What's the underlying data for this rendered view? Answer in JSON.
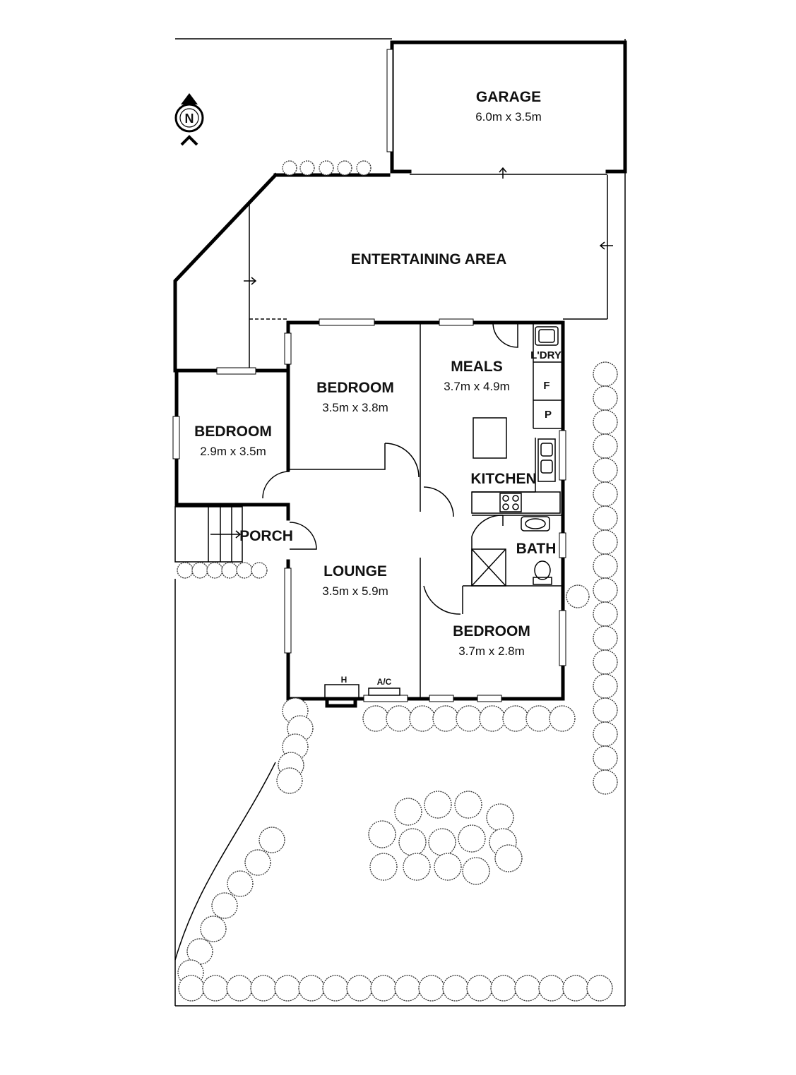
{
  "compass": {
    "letter": "N",
    "icon": "north-arrow-icon"
  },
  "rooms": {
    "garage": {
      "name": "GARAGE",
      "size": "6.0m x 3.5m"
    },
    "entertaining": {
      "name": "ENTERTAINING AREA"
    },
    "bedroom_center": {
      "name": "BEDROOM",
      "size": "3.5m x 3.8m"
    },
    "meals": {
      "name": "MEALS",
      "size": "3.7m x 4.9m"
    },
    "laundry": {
      "name": "L'DRY"
    },
    "fridge": {
      "name": "F"
    },
    "pantry": {
      "name": "P"
    },
    "bedroom_west": {
      "name": "BEDROOM",
      "size": "2.9m x 3.5m"
    },
    "kitchen": {
      "name": "KITCHEN"
    },
    "porch": {
      "name": "PORCH"
    },
    "bath": {
      "name": "BATH"
    },
    "lounge": {
      "name": "LOUNGE",
      "size": "3.5m x 5.9m"
    },
    "bedroom_south": {
      "name": "BEDROOM",
      "size": "3.7m x 2.8m"
    }
  },
  "fixtures": {
    "heater": "H",
    "aircon": "A/C"
  }
}
